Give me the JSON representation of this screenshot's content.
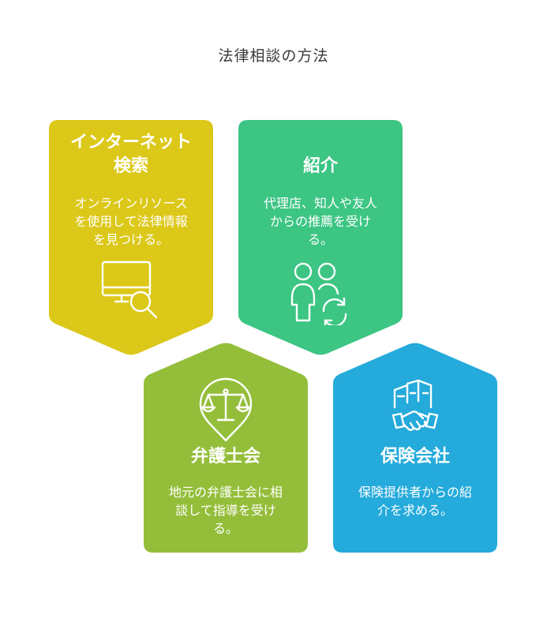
{
  "title": "法律相談の方法",
  "colors": {
    "internet": "#DCC819",
    "referral": "#3CC583",
    "lawyer": "#94BE3A",
    "insurance": "#24AADB"
  },
  "cards": [
    {
      "heading_line1": "インターネット",
      "heading_line2": "検索",
      "desc_lines": [
        "オンラインリソース",
        "を使用して法律情報",
        "を見つける。"
      ],
      "icon": "monitor-search-icon"
    },
    {
      "heading_line1": "紹介",
      "desc_lines": [
        "代理店、知人や友人",
        "からの推薦を受け",
        "る。"
      ],
      "icon": "people-refresh-icon"
    },
    {
      "heading_line1": "弁護士会",
      "desc_lines": [
        "地元の弁護士会に相",
        "談して指導を受け",
        "る。"
      ],
      "icon": "scales-pin-icon"
    },
    {
      "heading_line1": "保険会社",
      "desc_lines": [
        "保険提供者からの紹",
        "介を求める。"
      ],
      "icon": "handshake-building-icon"
    }
  ]
}
